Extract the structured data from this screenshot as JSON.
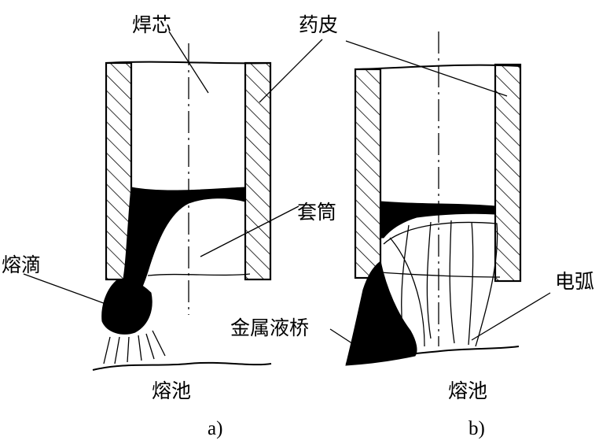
{
  "labels": {
    "core_wire": "焊芯",
    "coating": "药皮",
    "sleeve": "套筒",
    "droplet": "熔滴",
    "molten_pool_a": "熔池",
    "molten_pool_b": "熔池",
    "arc": "电弧",
    "metal_bridge": "金属液桥"
  },
  "captions": {
    "a": "a)",
    "b": "b)"
  }
}
